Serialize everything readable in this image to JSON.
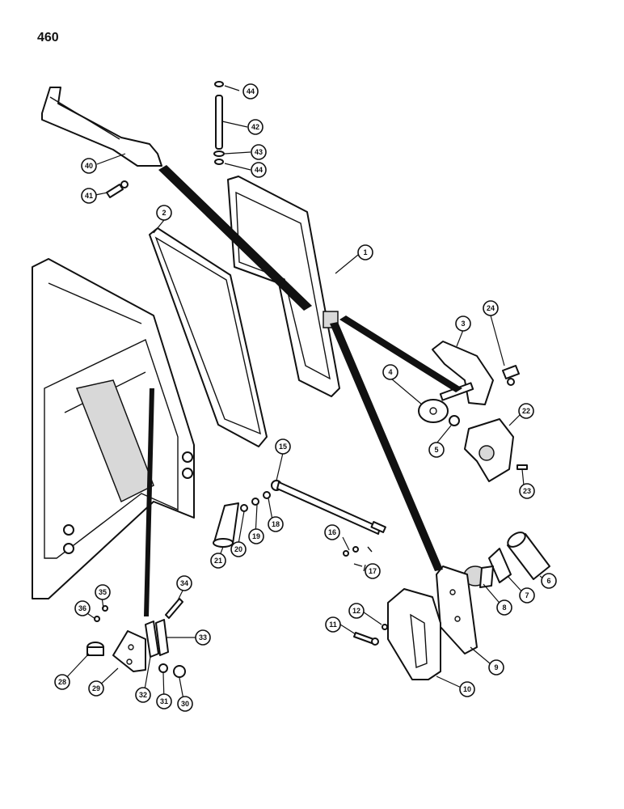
{
  "page": {
    "number": "460"
  },
  "callouts": [
    {
      "label": "1"
    },
    {
      "label": "2"
    },
    {
      "label": "3"
    },
    {
      "label": "4"
    },
    {
      "label": "5"
    },
    {
      "label": "6"
    },
    {
      "label": "7"
    },
    {
      "label": "8"
    },
    {
      "label": "9"
    },
    {
      "label": "10"
    },
    {
      "label": "11"
    },
    {
      "label": "12"
    },
    {
      "label": "15"
    },
    {
      "label": "16"
    },
    {
      "label": "17"
    },
    {
      "label": "18"
    },
    {
      "label": "19"
    },
    {
      "label": "20"
    },
    {
      "label": "21"
    },
    {
      "label": "22"
    },
    {
      "label": "23"
    },
    {
      "label": "24"
    },
    {
      "label": "28"
    },
    {
      "label": "29"
    },
    {
      "label": "30"
    },
    {
      "label": "31"
    },
    {
      "label": "32"
    },
    {
      "label": "33"
    },
    {
      "label": "34"
    },
    {
      "label": "35"
    },
    {
      "label": "36"
    },
    {
      "label": "40"
    },
    {
      "label": "41"
    },
    {
      "label": "42"
    },
    {
      "label": "43"
    },
    {
      "label": "44"
    },
    {
      "label": "44"
    }
  ]
}
